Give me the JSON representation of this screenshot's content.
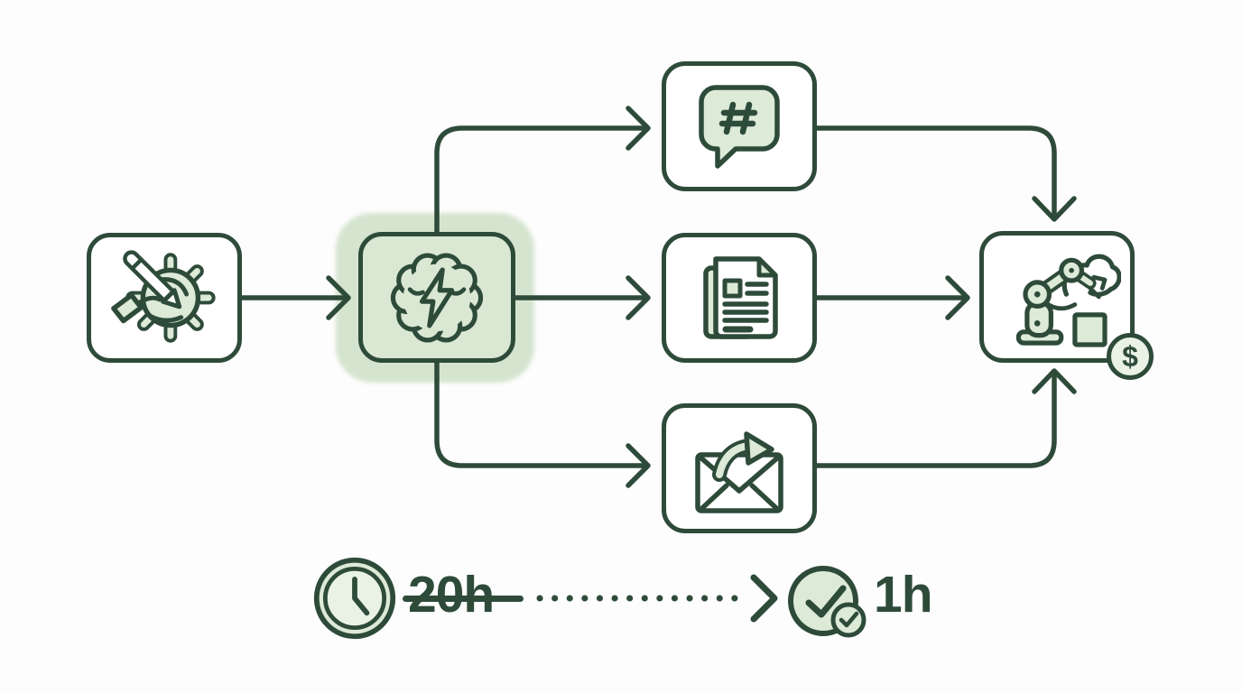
{
  "colors": {
    "ink": "#2e4b3a",
    "leaf": "#dcead7",
    "leaf_soft": "#e9f2e4",
    "glow": "#d5e4cf",
    "node_fill": "#d9e7d3",
    "paper": "#fdfdfd"
  },
  "flow": {
    "nodes": [
      {
        "id": "input",
        "icon": "pencil-gear-icon"
      },
      {
        "id": "ai",
        "icon": "brain-bolt-icon",
        "highlighted": true
      },
      {
        "id": "social-post",
        "icon": "hashtag-bubble-icon"
      },
      {
        "id": "article",
        "icon": "document-icon"
      },
      {
        "id": "email",
        "icon": "email-forward-icon"
      },
      {
        "id": "automation",
        "icon": "robot-arm-cloud-icon"
      }
    ],
    "badge": {
      "icon": "dollar-icon",
      "label": "$"
    }
  },
  "time_comparison": {
    "before": {
      "icon": "clock-icon",
      "label": "20h",
      "struck_through": true
    },
    "after": {
      "icon": "check-circles-icon",
      "label": "1h"
    }
  }
}
